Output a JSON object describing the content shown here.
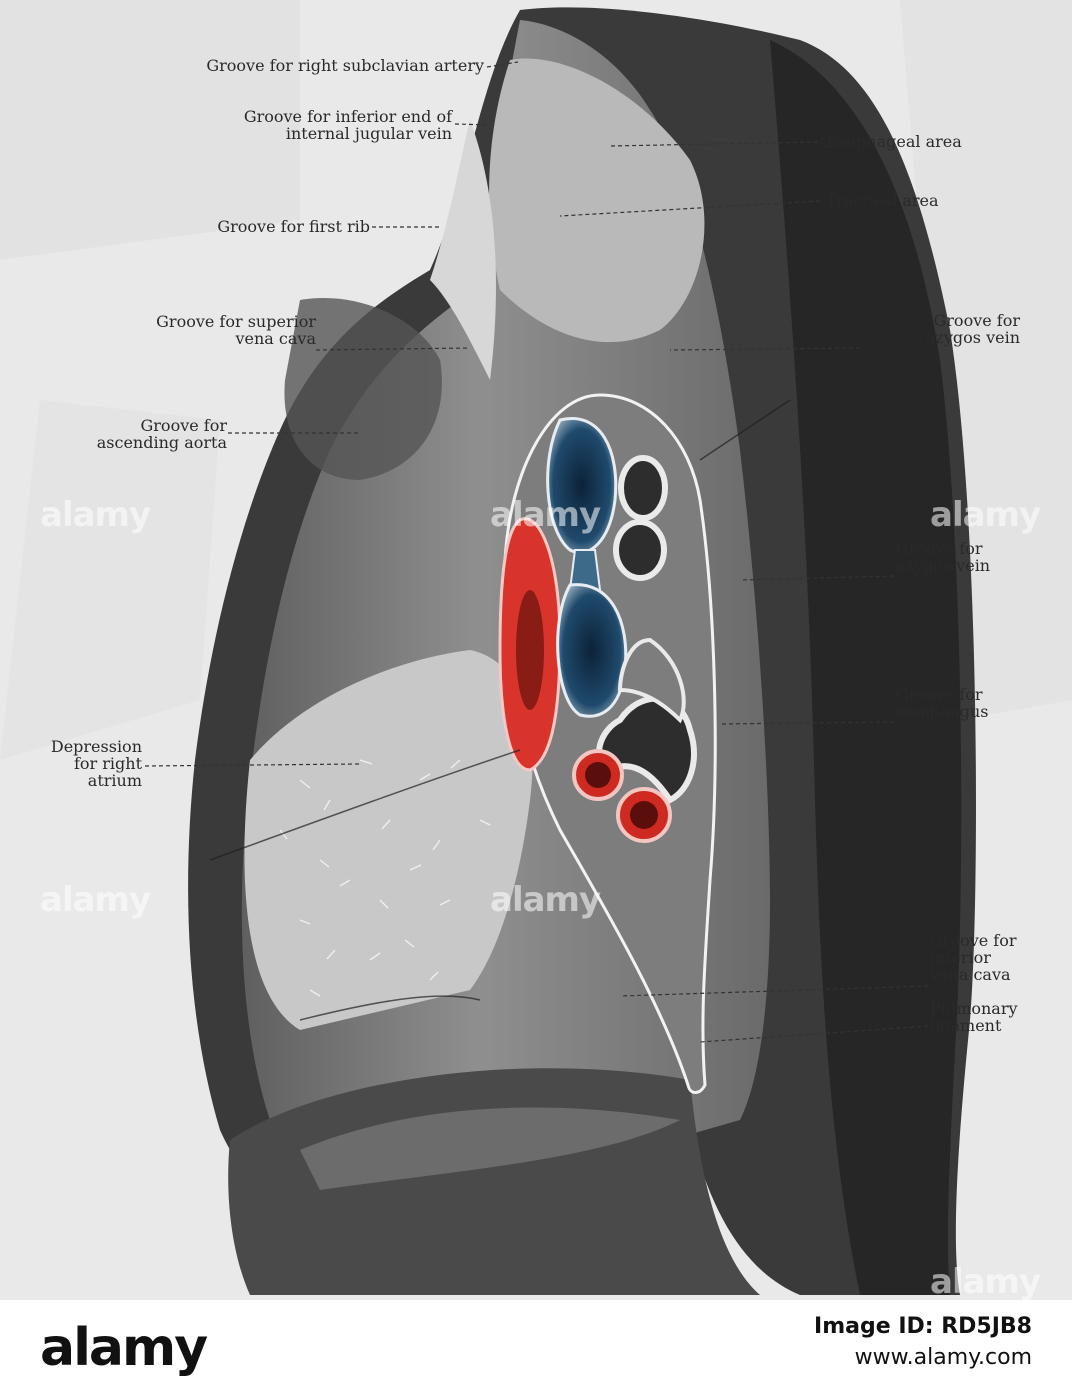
{
  "labels": {
    "right_subclavian_artery": "Groove for right subclavian artery",
    "jugular_line1": "Groove for inferior end of",
    "jugular_line2": "internal jugular vein",
    "first_rib": "Groove for first rib",
    "svc_line1": "Groove for superior",
    "svc_line2": "vena cava",
    "aorta_line1": "Groove for",
    "aorta_line2": "ascending aorta",
    "atrium_line1": "Depression",
    "atrium_line2": "for right",
    "atrium_line3": "atrium",
    "oesophageal_area": "Œsophageal area",
    "tracheal_area": "Tracheal area",
    "azygos_upper_line1": "Groove for",
    "azygos_upper_line2": "azygos vein",
    "azygos_lower_line1": "Groove for",
    "azygos_lower_line2": "azygos vein",
    "oesophagus_line1": "Groove for",
    "oesophagus_line2": "œsophagus",
    "ivc_line1": "Groove for",
    "ivc_line2": "inferior",
    "ivc_line3": "vena cava",
    "ligament_line1": "Pulmonary",
    "ligament_line2": "ligament"
  },
  "watermark": {
    "text": "alamy"
  },
  "footer": {
    "logo": "alamy",
    "image_id": "Image ID: RD5JB8",
    "site": "www.alamy.com"
  },
  "colors": {
    "artery_red": "#d9342b",
    "vein_blue": "#14304d",
    "lung_dark": "#2e2e2e",
    "lung_mid": "#8a8a8a",
    "lung_light": "#c4c4c4"
  }
}
